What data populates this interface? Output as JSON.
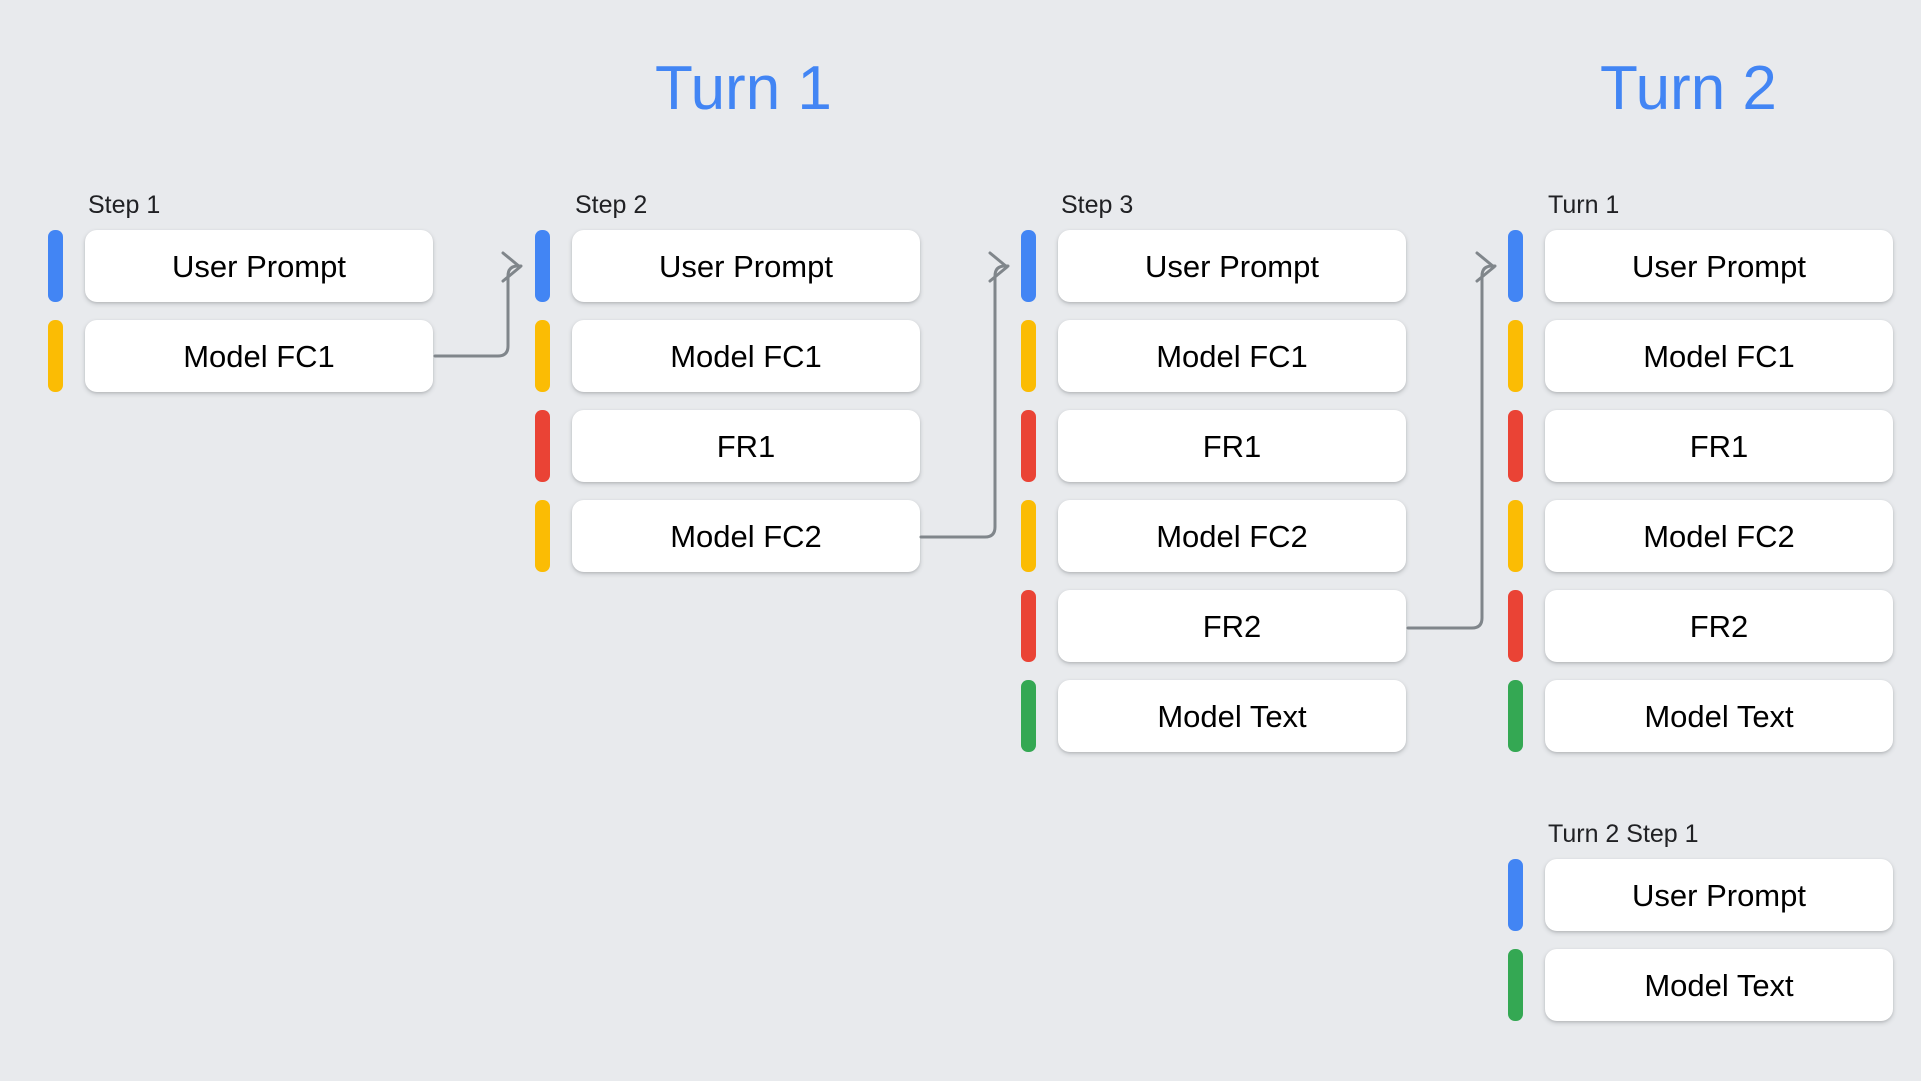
{
  "background_color": "#e8eaed",
  "palette": {
    "blue": "#4285f4",
    "yellow": "#fbbc04",
    "red": "#ea4335",
    "green": "#34a853",
    "connector": "#80868b",
    "card": "#ffffff",
    "text": "#202124"
  },
  "turns": {
    "turn1_title": "Turn 1",
    "turn2_title": "Turn 2"
  },
  "blocks": {
    "step1": {
      "label": "Step 1",
      "rows": [
        {
          "color": "blue",
          "label": "User Prompt"
        },
        {
          "color": "yellow",
          "label": "Model FC1"
        }
      ]
    },
    "step2": {
      "label": "Step 2",
      "rows": [
        {
          "color": "blue",
          "label": "User Prompt"
        },
        {
          "color": "yellow",
          "label": "Model FC1"
        },
        {
          "color": "red",
          "label": "FR1"
        },
        {
          "color": "yellow",
          "label": "Model FC2"
        }
      ]
    },
    "step3": {
      "label": "Step 3",
      "rows": [
        {
          "color": "blue",
          "label": "User Prompt"
        },
        {
          "color": "yellow",
          "label": "Model FC1"
        },
        {
          "color": "red",
          "label": "FR1"
        },
        {
          "color": "yellow",
          "label": "Model FC2"
        },
        {
          "color": "red",
          "label": "FR2"
        },
        {
          "color": "green",
          "label": "Model Text"
        }
      ]
    },
    "turn2_turn1": {
      "label": "Turn 1",
      "rows": [
        {
          "color": "blue",
          "label": "User Prompt"
        },
        {
          "color": "yellow",
          "label": "Model FC1"
        },
        {
          "color": "red",
          "label": "FR1"
        },
        {
          "color": "yellow",
          "label": "Model FC2"
        },
        {
          "color": "red",
          "label": "FR2"
        },
        {
          "color": "green",
          "label": "Model Text"
        }
      ]
    },
    "turn2_step1": {
      "label": "Turn 2 Step 1",
      "rows": [
        {
          "color": "blue",
          "label": "User Prompt"
        },
        {
          "color": "green",
          "label": "Model Text"
        }
      ]
    }
  },
  "connectors": [
    {
      "name": "step1-to-step2",
      "from": "Model FC1 (Step 1)",
      "to": "Step 2 block"
    },
    {
      "name": "step2-to-step3",
      "from": "Model FC2 (Step 2)",
      "to": "Step 3 block"
    },
    {
      "name": "step3-to-turn2",
      "from": "FR2 (Step 3)",
      "to": "Turn 2 Turn 1 block"
    }
  ]
}
